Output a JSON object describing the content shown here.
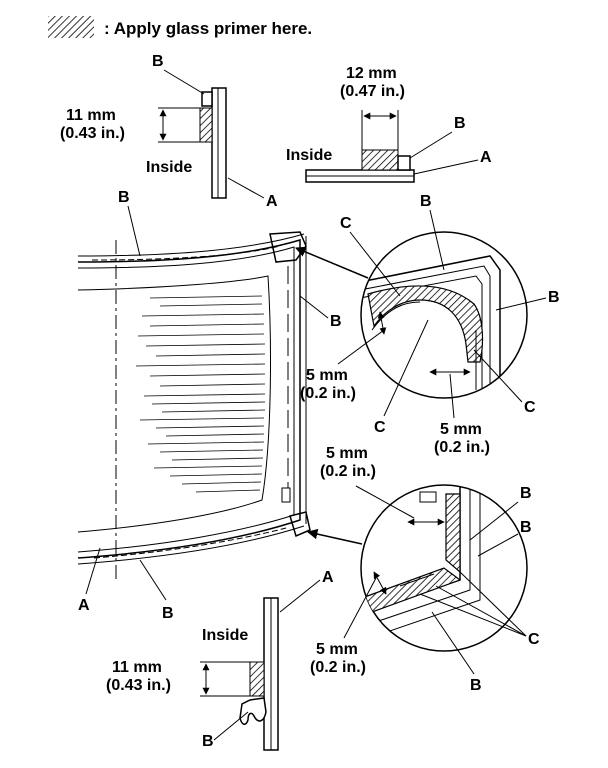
{
  "legend": {
    "text": ": Apply glass primer here."
  },
  "labels": {
    "a": "A",
    "b": "B",
    "c": "C",
    "inside": "Inside"
  },
  "dimensions": {
    "d11_mm": "11 mm",
    "d11_in": "(0.43 in.)",
    "d12_mm": "12 mm",
    "d12_in": "(0.47 in.)",
    "d5_mm": "5 mm",
    "d5_in": "(0.2 in.)"
  }
}
